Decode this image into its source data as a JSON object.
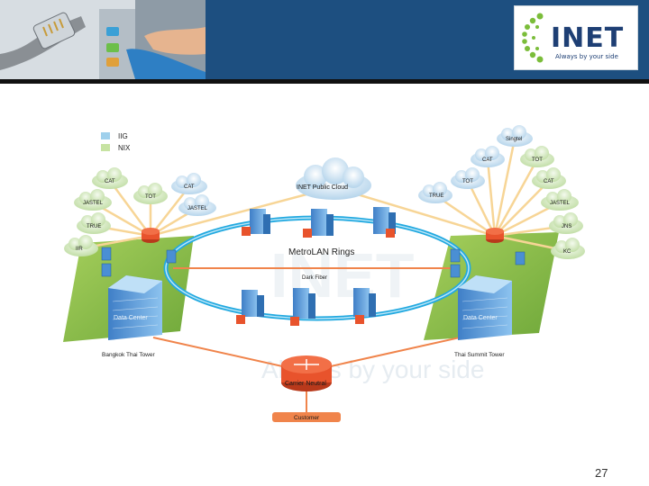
{
  "header": {
    "logo_text": "INET",
    "logo_tagline": "Always by your side"
  },
  "legend": [
    {
      "label": "IIG",
      "color": "#9fd0ec"
    },
    {
      "label": "NIX",
      "color": "#c7e3a2"
    }
  ],
  "left_clouds": [
    "CAT",
    "CAT",
    "TOT",
    "JASTEL",
    "JASTEL",
    "TRUE",
    "IIR"
  ],
  "right_clouds": [
    "Singtel",
    "CAT",
    "TOT",
    "TOT",
    "CAT",
    "TRUE",
    "JASTEL",
    "JNS",
    "KC"
  ],
  "center_cloud": "INET Public Cloud",
  "ring_label": "MetroLAN Rings",
  "fiber_label": "Dark Fiber",
  "left_dc": {
    "tower": "Bangkok Thai Tower",
    "dc_label": "Data Center"
  },
  "right_dc": {
    "tower": "Thai Summit Tower",
    "dc_label": "Data Center"
  },
  "carrier_label": "Carrier Neutral",
  "customer_label": "Customer",
  "watermark": "Always by your side",
  "page_number": "27",
  "colors": {
    "ring": "#22a9e0",
    "iig_link": "#f7d596",
    "carrier_link": "#f0844b",
    "router": "#e8532c",
    "platform": "#8fc04a"
  }
}
